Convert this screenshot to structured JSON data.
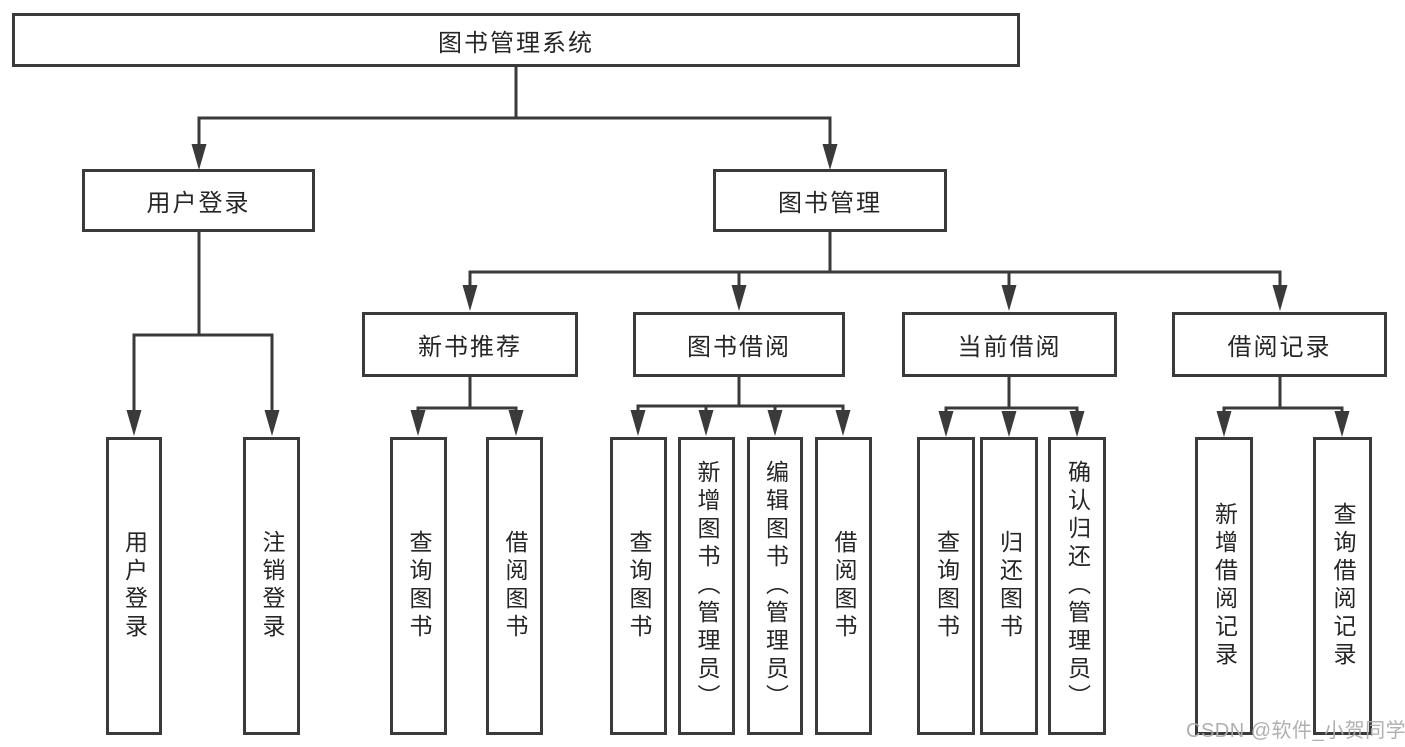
{
  "tree": {
    "root": "图书管理系统",
    "branches": [
      {
        "label": "用户登录",
        "children": [
          "用户登录",
          "注销登录"
        ]
      },
      {
        "label": "图书管理",
        "children": [
          {
            "label": "新书推荐",
            "children": [
              "查询图书",
              "借阅图书"
            ]
          },
          {
            "label": "图书借阅",
            "children": [
              "查询图书",
              "新增图书（管理员）",
              "编辑图书（管理员）",
              "借阅图书"
            ]
          },
          {
            "label": "当前借阅",
            "children": [
              "查询图书",
              "归还图书",
              "确认归还（管理员）"
            ]
          },
          {
            "label": "借阅记录",
            "children": [
              "新增借阅记录",
              "查询借阅记录"
            ]
          }
        ]
      }
    ]
  },
  "watermark": {
    "text": "CSDN @软件_小贺同学"
  },
  "colors": {
    "line": "#3a3a3a",
    "text": "#262626",
    "watermark": "#acacac",
    "background": "#ffffff"
  }
}
